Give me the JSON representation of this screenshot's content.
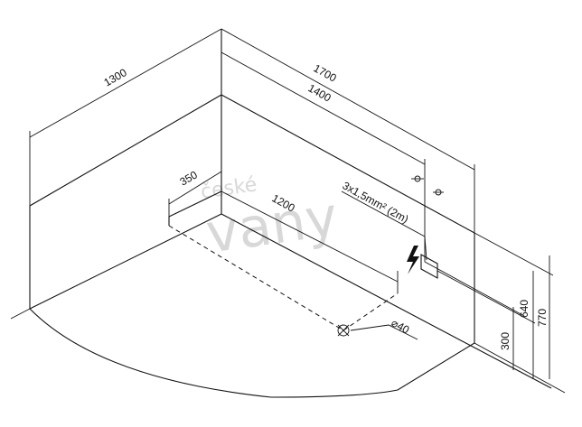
{
  "dimensions": {
    "width_left": "1300",
    "length_outer": "1700",
    "length_inner": "1400",
    "offset": "350",
    "base_length": "1200",
    "height_total": "770",
    "height_socket": "640",
    "height_drain": "300"
  },
  "annotations": {
    "cable": "3x1,5mm² (2m)",
    "drain": "⌀40"
  },
  "watermark": {
    "top": "české",
    "main": "vany"
  }
}
